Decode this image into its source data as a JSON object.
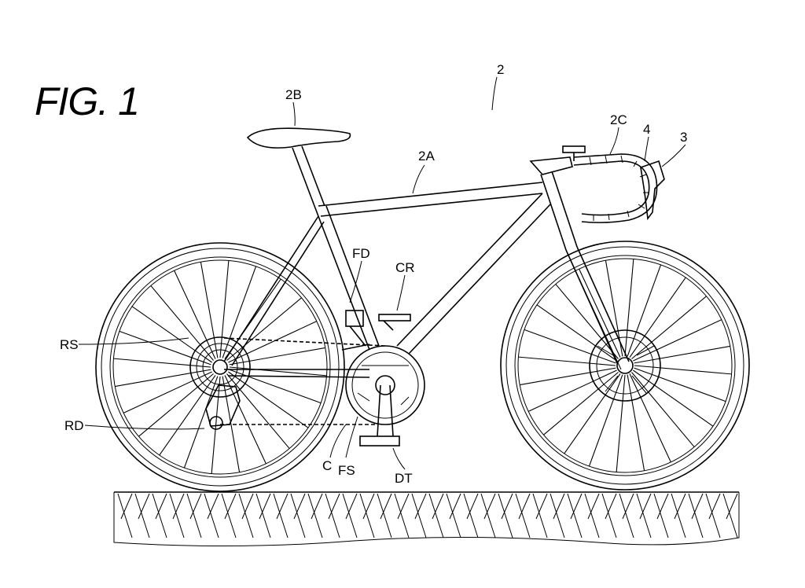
{
  "figure": {
    "title": "FIG. 1"
  },
  "labels": {
    "bicycle": "2",
    "frame": "2A",
    "saddle": "2B",
    "handlebar": "2C",
    "operating_device": "3",
    "brake_lever": "4",
    "front_derailleur": "FD",
    "crank": "CR",
    "rear_sprockets": "RS",
    "rear_derailleur": "RD",
    "chain": "C",
    "front_sprockets": "FS",
    "drive_train": "DT"
  }
}
